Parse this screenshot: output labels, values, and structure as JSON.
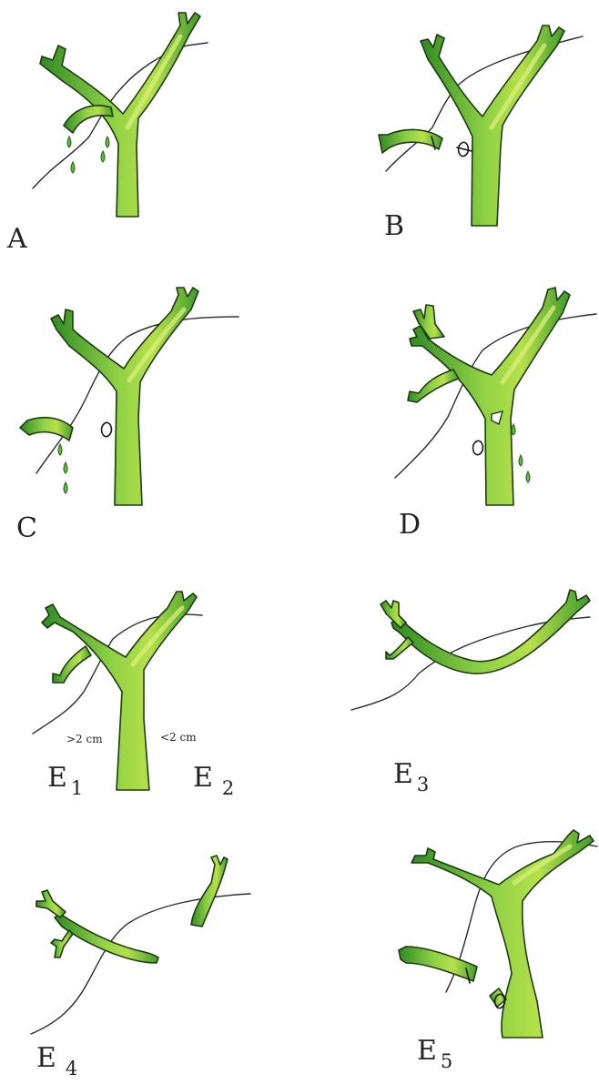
{
  "panels": [
    {
      "id": "A",
      "label": "A",
      "subscript": ""
    },
    {
      "id": "B",
      "label": "B",
      "subscript": ""
    },
    {
      "id": "C",
      "label": "C",
      "subscript": ""
    },
    {
      "id": "D",
      "label": "D",
      "subscript": ""
    },
    {
      "id": "E1",
      "label": "E",
      "subscript": "1"
    },
    {
      "id": "E2",
      "label": "E",
      "subscript": "2"
    },
    {
      "id": "E3",
      "label": "E",
      "subscript": "3"
    },
    {
      "id": "E4",
      "label": "E",
      "subscript": "4"
    },
    {
      "id": "E5",
      "label": "E",
      "subscript": "5"
    }
  ],
  "annotations": {
    "left_measure": ">2 cm",
    "right_measure": "<2 cm"
  },
  "colors": {
    "duct_light": "#b6e04a",
    "duct_mid": "#6cc23a",
    "duct_dark": "#2f8a25",
    "outline": "#1e3a10",
    "artery": "#2a2a2a",
    "background": "#ffffff"
  }
}
